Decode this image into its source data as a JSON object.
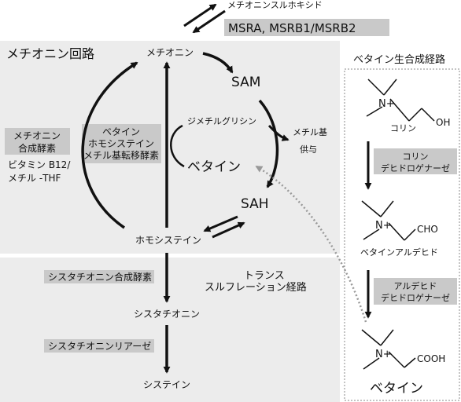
{
  "methionine_cycle": {
    "title": "メチオニン回路",
    "methionine": "メチオニン",
    "sam": "SAM",
    "sah": "SAH",
    "homocysteine": "ホモシステイン",
    "betaine": "ベタイン",
    "dimethylglycine": "ジメチルグリシン",
    "methyl_donation": [
      "メチル基",
      "供与"
    ],
    "methionine_synthase": [
      "メチオニン",
      "合成酵素"
    ],
    "cofactors": [
      "ビタミン B12/",
      "メチル -THF"
    ],
    "bhmt": [
      "ベタイン",
      "ホモシステイン",
      "メチル基転移酵素"
    ]
  },
  "sulfoxide": {
    "label": "メチオニンスルホキシド",
    "enzymes": "MSRA, MSRB1/MSRB2"
  },
  "transsulfuration": {
    "title": [
      "トランス",
      "スルフレーション経路"
    ],
    "cbs": "シスタチオニン合成酵素",
    "cystathionine": "シスタチオニン",
    "cgl": "シスタチオニンリアーゼ",
    "cysteine": "システイン"
  },
  "betaine_synthesis": {
    "title": "ベタイン生合成経路",
    "choline": "コリン",
    "oh_group": "OH",
    "enzyme1": [
      "コリン",
      "デヒドロゲナーゼ"
    ],
    "betaine_aldehyde": "ベタインアルデヒド",
    "cho_group": "CHO",
    "enzyme2": [
      "アルデヒド",
      "デヒドロゲナーゼ"
    ],
    "betaine": "ベタイン",
    "cooh_group": "COOH",
    "n_plus": "N+"
  },
  "colors": {
    "panel": "#ececec",
    "label_box": "#c9c9c9",
    "dotted_arrow": "#999999"
  }
}
